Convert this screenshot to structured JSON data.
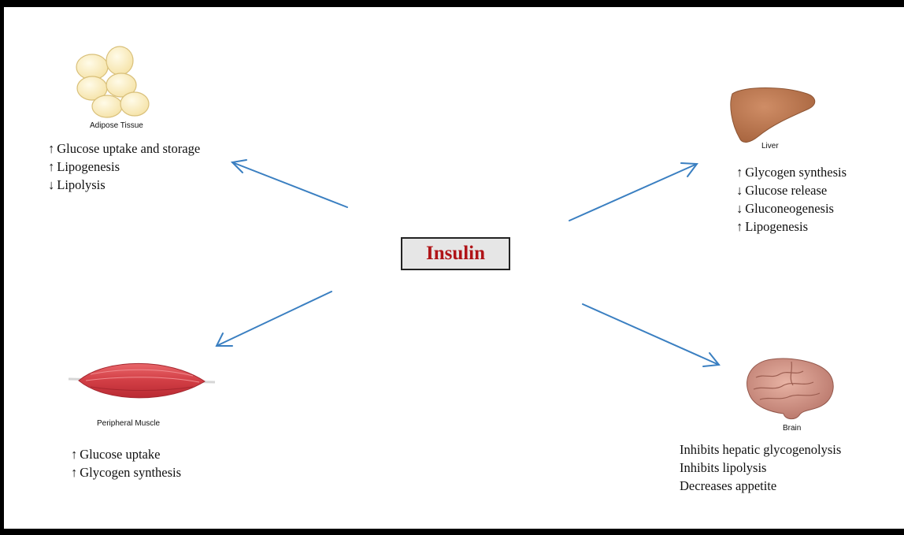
{
  "center": {
    "label": "Insulin"
  },
  "adipose": {
    "name": "Adipose Tissue",
    "effects": [
      {
        "dir": "up",
        "text": "Glucose uptake and storage"
      },
      {
        "dir": "up",
        "text": "Lipogenesis"
      },
      {
        "dir": "down",
        "text": "Lipolysis"
      }
    ]
  },
  "liver": {
    "name": "Liver",
    "effects": [
      {
        "dir": "up",
        "text": "Glycogen synthesis"
      },
      {
        "dir": "down",
        "text": "Glucose release"
      },
      {
        "dir": "down",
        "text": "Gluconeogenesis"
      },
      {
        "dir": "up",
        "text": "Lipogenesis"
      }
    ]
  },
  "muscle": {
    "name": "Peripheral Muscle",
    "effects": [
      {
        "dir": "up",
        "text": "Glucose uptake"
      },
      {
        "dir": "up",
        "text": "Glycogen synthesis"
      }
    ]
  },
  "brain": {
    "name": "Brain",
    "effects": [
      {
        "text": "Inhibits hepatic glycogenolysis"
      },
      {
        "text": "Inhibits lipolysis"
      },
      {
        "text": "Decreases appetite"
      }
    ]
  },
  "colors": {
    "arrow": "#3a7fc1",
    "title": "#b01418",
    "liver": "#b8754f",
    "muscle": "#d8464c",
    "fat": "#f8e8b0",
    "brain": "#c98a7a"
  }
}
